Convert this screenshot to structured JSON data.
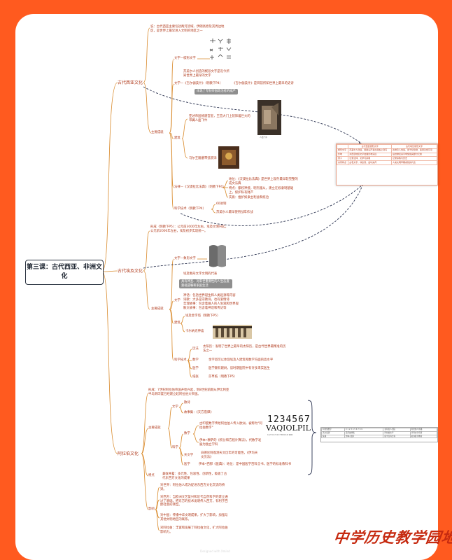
{
  "title": "第三课：古代西亚、非洲文化",
  "branches": {
    "west_asia": "古代西亚文化",
    "egypt": "古代埃及文化",
    "arab": "阿拉伯文化"
  },
  "west_asia": {
    "intro": "说：古代西亚主要包括两河流域、伊朗高原及其周边地区，是世界上最早进入文明的地区之一",
    "main_label": "主要成就",
    "text_label": "文字—楔形文字",
    "text_desc": "苏美尔人创造的楔形文字是迄今所知世界上最早的文字",
    "text_lit_label": "文学—《吉尔伽美什》（明教下P4）",
    "text_lit_desc": "《吉尔伽美什》是目前所知世界上最早的史诗",
    "gray_note": "体现了专制帝国政治者的威严",
    "arch_label": "建筑",
    "arch_desc": "亚述帝国修建宫室，王宫大门上装饰着巨大的带翼人面飞牛",
    "arch_caption": "人面飞牛",
    "hanging": "马尔王陵墓琴弦装饰",
    "law_label": "法律—《汉谟拉比法典》（明教下P4）",
    "law_p1": "地位：《汉谟拉比法典》是世界上现存最早较完整的成文法典",
    "law_p2": "特点：都权神授，明杰服从，建立在奴隶制基础上，保护私有财产",
    "law_p3": "实质：维护奴隶主利益和统治",
    "sci_label": "科学技术（明教下P4）",
    "sci_p1": "60进制",
    "sci_p2": "苏美尔人最早使用战车作战"
  },
  "table_top": {
    "header": [
      "",
      "古代西亚楔形文字",
      "古代埃及象形文字"
    ],
    "rows": [
      [
        "楔形文字",
        "苏美尔人创造，用削尖芦苇在泥板上刻写",
        "古埃及人创造，用于纪念碑、陵墓及纸莎草"
      ],
      [
        "影响",
        "对西亚地区文字发展影响深远",
        "后世腓尼基字母借鉴其部分元素"
      ],
      [
        "意义",
        "记录法律、文学与宗教",
        "记录宗教与历史"
      ],
      [
        "共同特点",
        "古老文字，非表音，后均失传",
        "人类文明早期成就的代表"
      ]
    ]
  },
  "egypt": {
    "formation": "形成（明教下P5）：公元前3000年左右，埃及文明兴起。公元前2000年左右，埃及初步实现统一。",
    "main_label": "主要成就",
    "text_label": "文字—象形文字",
    "text_desc": "埃及象形文字文明的代表",
    "gray_note": "具有神圣、对来世重要性的人生态度重视遗嘱和家庭生活",
    "lit_label": "文学",
    "lit_p1": "神话：包括世界诞生和人类起源等内容",
    "lit_p2": "诗歌：大多是宗教诗，也有爱情诗",
    "lit_p3": "哲理故事：包含着做人的人生观和世界观",
    "lit_p4": "散文故事：包含着神话和传记等",
    "arch_label": "建筑",
    "arch_p1": "埃及金字塔（明教下P5）",
    "arch_p2": "卡尔纳克神庙",
    "sci_label": "科学技术",
    "cal_label": "历法",
    "cal_desc": "太阳历：发明了世界上最早的太阳历，是古代世界最精准的历法之一",
    "math_label": "数学",
    "math_desc": "金字塔可以体现埃及人建筑和数学方面的高水平",
    "med_label": "医学",
    "med_desc": "医学颇有建树，该时期医院中有许多来实医生",
    "paper_label": "纸张",
    "paper_desc": "莎草纸（明教下P5）"
  },
  "arab": {
    "formation": "形成：7世纪阿拉伯帝国开始兴起，到8世纪前期从伊比利亚半岛到印度已经建立起阿拉伯大帝国。",
    "main_label": "主要成就",
    "lit_label": "文学",
    "lit_p1": "散诗",
    "lit_p2": "故事集：《天方夜谭》",
    "math_label": "数学",
    "math_p1": "古印度数字传给阿拉伯人传入欧洲，被称为\"阿拉伯数字\"",
    "math_p2": "伊本•穆萨的《积分和方程计算法》，代数学发展为独立学科",
    "sci_label": "科学",
    "astro_label": "天文学",
    "astro_desc": "白德尼阿观测天文历年的可能性，《伊玛天文历法》",
    "med_label": "医学",
    "med_desc": "伊本•西那《医典》：地位：是中国医学百科全书，医学的标准教科书",
    "numerals_1": "1234567",
    "numerals_2": "VAQIOLPIL",
    "numerals_3": "1  2  3  4  5  6  7  8  9  10  100",
    "feat_label": "特点",
    "feat_desc": "兼收并蓄：多元性、包容性、创新性，吸收了古代东西方文化的成果",
    "inf_label": "影响",
    "inf_p1": "对世界：阿拉伯人成为促进东西方文化交流的桥梁。",
    "inf_p2": "对西方：当欧洲文艺复兴和近代自然科学的建立通过了基础，把东方的技术发明传入西方，有利于西欧社会的转型。",
    "inf_p3": "对中国：传播中华文明成果，扩大了影响，加强与其他文明地区的联系。",
    "inf_p4": "对阿拉伯：丰富和发展了阿拉伯文化，扩大阿拉伯影响力。"
  },
  "table_right": {
    "rows": [
      [
        "阿拉伯数字",
        "0 1 2 3 4 5 6 7 8 9",
        "古印度人创造",
        "阿拉伯人传播"
      ],
      [
        "天方夜谭",
        "民间故事集",
        "阿拉伯文学",
        "世界文学名著"
      ],
      [
        "医典",
        "伊本•西那",
        "医学百科全书",
        "欧洲医学教材"
      ]
    ]
  },
  "watermark": "中学历史教学园地",
  "footer": "Designed with Xmind",
  "colors": {
    "frame": "#ff5a1f",
    "line": "#d98a2b",
    "text": "#b03a1c",
    "dash": "#2b3350"
  }
}
